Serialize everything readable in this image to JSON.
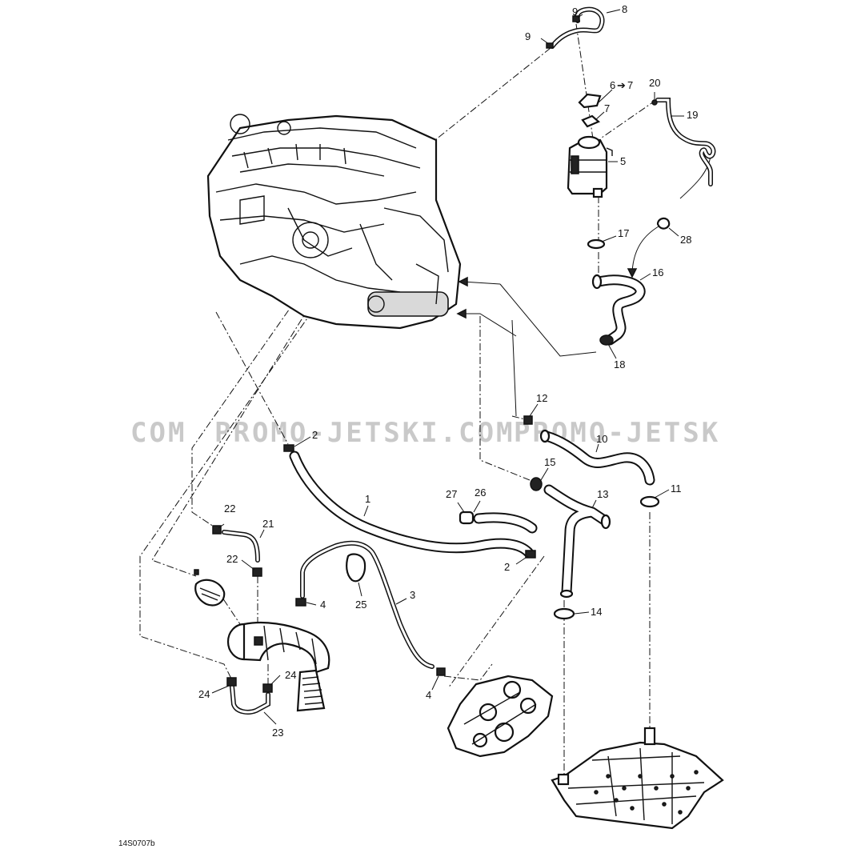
{
  "watermark": {
    "left": "COM",
    "center": "PROMO-JETSKI.COM",
    "right": "PROMO-JETSK"
  },
  "reference_code": "14S0707b",
  "callouts": {
    "c1": "1",
    "c2a": "2",
    "c2b": "2",
    "c3": "3",
    "c4a": "4",
    "c4b": "4",
    "c5": "5",
    "c6": "6",
    "c6arrow": "➔",
    "c6b": "7",
    "c7": "7",
    "c8": "8",
    "c9a": "9",
    "c9b": "9",
    "c10": "10",
    "c11": "11",
    "c12": "12",
    "c13": "13",
    "c14": "14",
    "c15": "15",
    "c16": "16",
    "c17": "17",
    "c18": "18",
    "c19": "19",
    "c20": "20",
    "c21": "21",
    "c22a": "22",
    "c22b": "22",
    "c23": "23",
    "c24a": "24",
    "c24b": "24",
    "c25": "25",
    "c26": "26",
    "c27": "27",
    "c28": "28"
  },
  "colors": {
    "ink": "#111111",
    "watermark": "#c9c9c9",
    "background": "#ffffff"
  }
}
